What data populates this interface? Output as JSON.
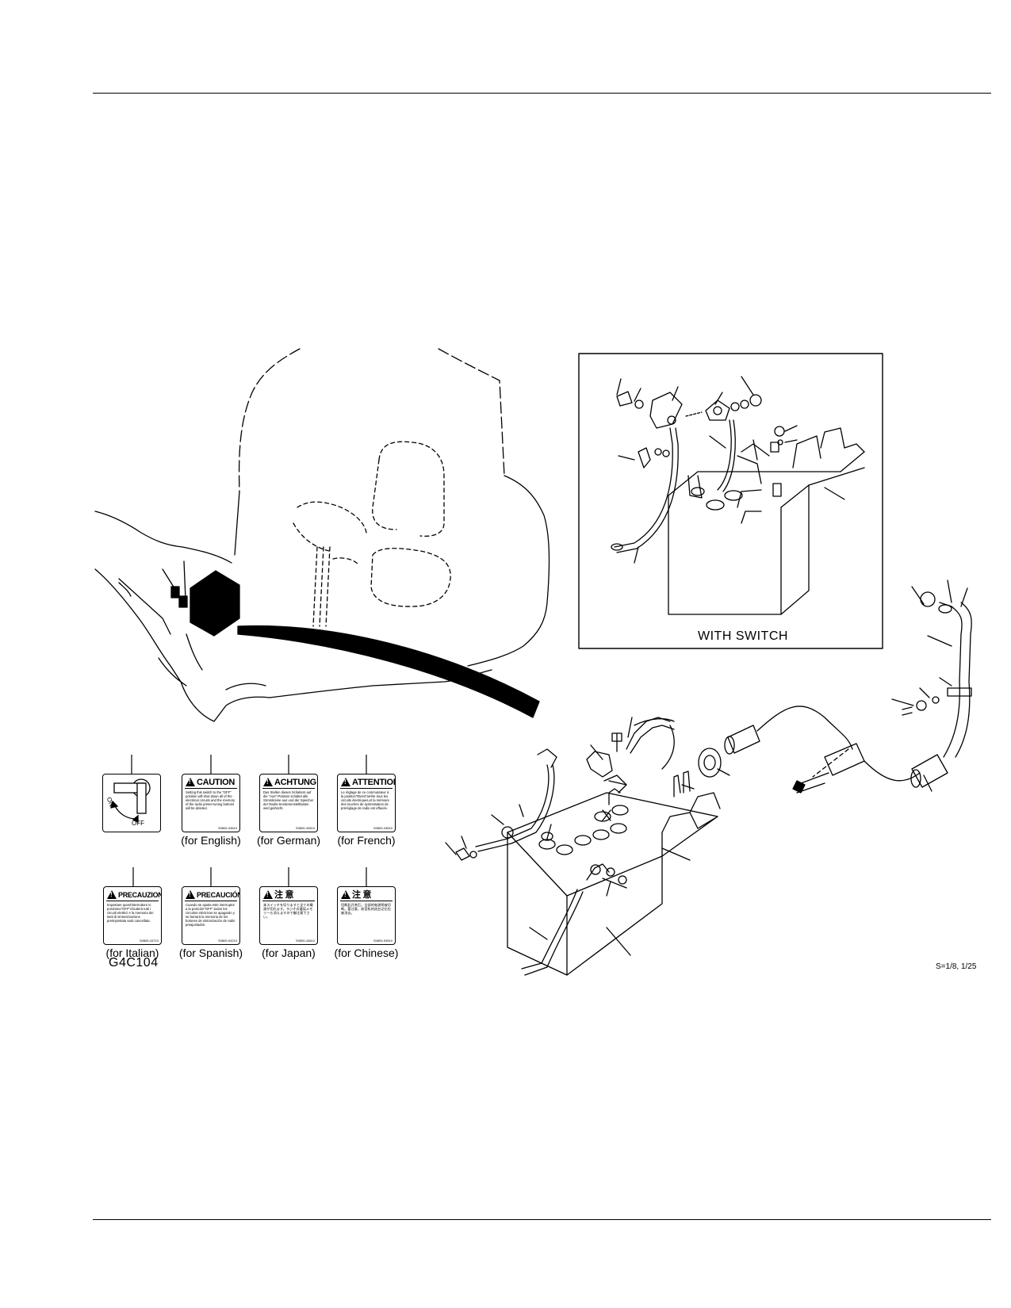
{
  "inset": {
    "title": "WITH SWITCH"
  },
  "figure": {
    "code": "G4C104",
    "scale": "S=1/8, 1/25"
  },
  "switch_label": {
    "on": "ON",
    "off": "OFF"
  },
  "decals": [
    {
      "id": "english",
      "header": "CAUTION",
      "body": "Setting this switch to the \"OFF\" position will shut down all of the electrical circuits and the memory of the radio preset tuning buttons will be deleted.",
      "code": "S0800-43610",
      "caption": "(for English)"
    },
    {
      "id": "german",
      "header": "ACHTUNG",
      "body": "Das Stellen dieses Schalters auf die \"Aus\"-Position schaltet alle Stromkreise aus und der Speicher der Radio-Sendereinstelltasten wird gelöscht.",
      "code": "S0800-43610",
      "caption": "(for German)"
    },
    {
      "id": "french",
      "header": "ATTENTION",
      "body": "Le réglage de ce commutateur à la position\"Éteint\"arrête tous les circuits électriques,et la mémoire des touches de syntonisation de préréglage de radio est effacée.",
      "code": "S0800-43610",
      "caption": "(for French)"
    },
    {
      "id": "italian",
      "header": "PRECAUZIONE",
      "body": "Impostare quest'interruttore in posizione\"OFF\"chiuderà tutti i circuiti elettrici e la memoria dei tasti di sintonizzazione preimpostata sarà cancellata.",
      "code": "S0800-43710",
      "caption": "(for Italian)"
    },
    {
      "id": "spanish",
      "header": "PRECAUCIÓN",
      "body": "Cuando se ajusta este interruptor a la posición\"OFF\",todos los circuitos eléctricos se apagarán y se borrará la memoria de los botones de sintonización de radio preajustados.",
      "code": "S0800-94210",
      "caption": "(for Spanish)"
    },
    {
      "id": "japan",
      "header": "注 意",
      "body": "本スイッチを切りますと全ての電源が切れます。ラジオの選局メモリーも消えますので御注意下さい。",
      "code": "S0800-43610",
      "caption": "(for Japan)"
    },
    {
      "id": "chinese",
      "header": "注 意",
      "body": "切断此开关后，全部的电源将被切断。要注意，收音机的选台记忆也被消去。",
      "code": "S0800-93610",
      "caption": "(for Chinese)"
    }
  ]
}
